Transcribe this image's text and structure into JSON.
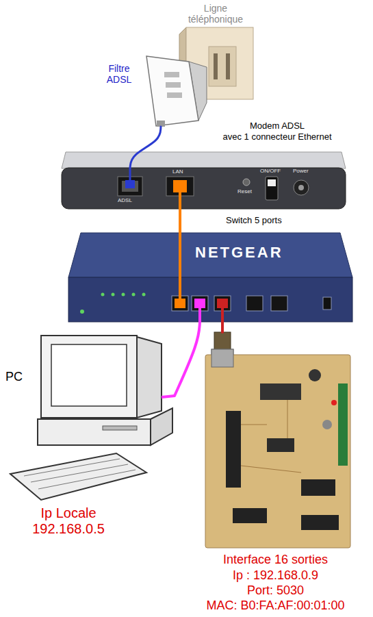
{
  "diagram": {
    "nodes": [
      {
        "text": [
          "Ligne téléphonique"
        ]
      },
      {
        "text": [
          "Filtre ADSL"
        ]
      },
      {
        "text": [
          "Modem ADSL",
          "avec 1 connecteur Ethernet"
        ]
      },
      {
        "text": [
          "Switch 5 ports"
        ]
      },
      {
        "text": [
          "PC",
          "Ip Locale 192.168.0.5"
        ]
      },
      {
        "text": [
          "Interface 16 sorties",
          "Ip : 192.168.0.9",
          "Port: 5030",
          "MAC: B0:FA:AF:00:01:00"
        ]
      }
    ],
    "edges": [
      {
        "from": 1,
        "to": 2,
        "arrow": "none"
      },
      {
        "from": 2,
        "to": 3,
        "arrow": "none"
      },
      {
        "from": 3,
        "to": 4,
        "arrow": "none"
      },
      {
        "from": 3,
        "to": 5,
        "arrow": "none"
      }
    ],
    "labels": [
      "ADSL",
      "LAN",
      "Reset",
      "ON/OFF",
      "Power",
      "NETGEAR"
    ]
  }
}
